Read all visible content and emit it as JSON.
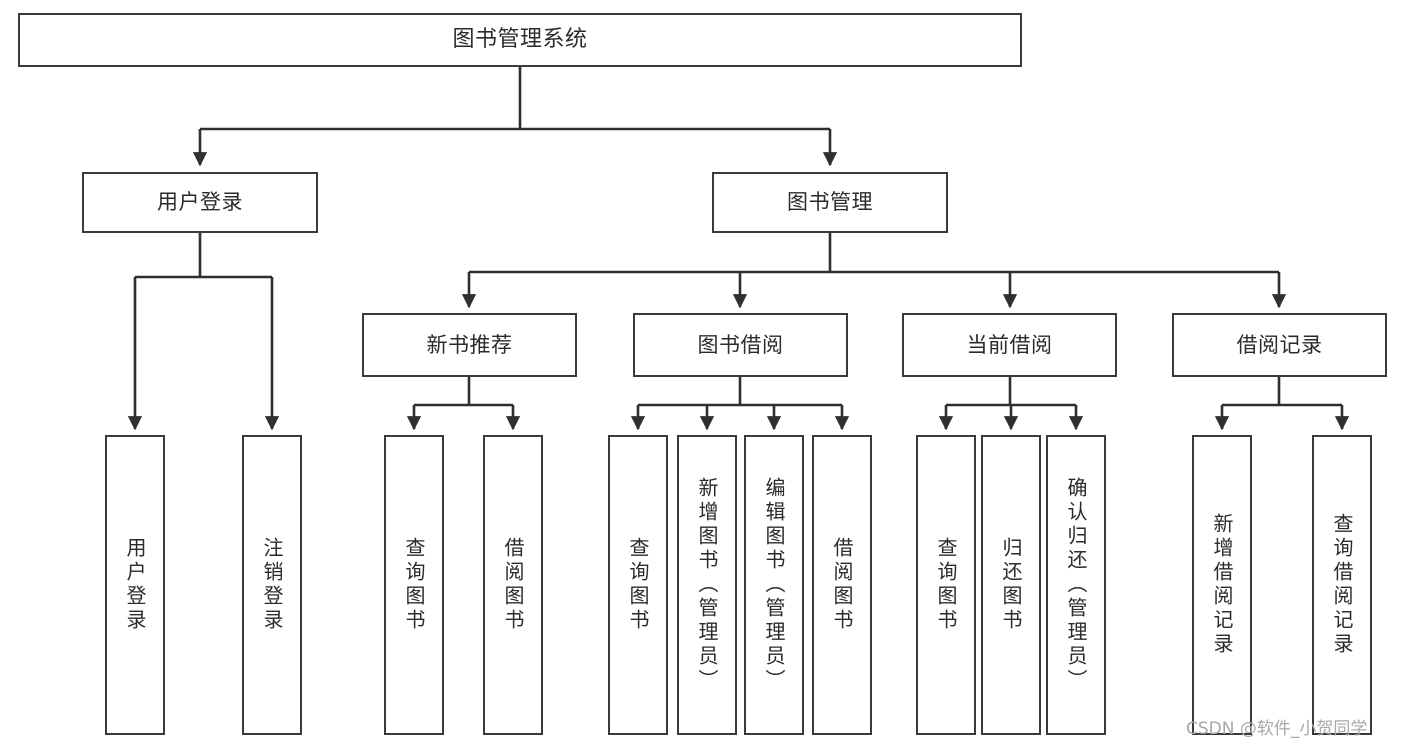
{
  "diagram": {
    "title": "图书管理系统",
    "type": "hierarchy-tree",
    "root": {
      "id": "root",
      "label": "图书管理系统",
      "orientation": "horizontal"
    },
    "level2": [
      {
        "id": "user-login",
        "label": "用户登录",
        "orientation": "horizontal"
      },
      {
        "id": "book-management",
        "label": "图书管理",
        "orientation": "horizontal"
      }
    ],
    "level3": [
      {
        "id": "new-book-recommend",
        "label": "新书推荐",
        "orientation": "horizontal"
      },
      {
        "id": "book-borrow",
        "label": "图书借阅",
        "orientation": "horizontal"
      },
      {
        "id": "current-borrow",
        "label": "当前借阅",
        "orientation": "horizontal"
      },
      {
        "id": "borrow-record",
        "label": "借阅记录",
        "orientation": "horizontal"
      }
    ],
    "leaves": {
      "user_login": [
        {
          "id": "leaf-user-login",
          "label": "用户登录",
          "orientation": "vertical"
        },
        {
          "id": "leaf-logout-login",
          "label": "注销登录",
          "orientation": "vertical"
        }
      ],
      "new_book_recommend": [
        {
          "id": "leaf-query-book-1",
          "label": "查询图书",
          "orientation": "vertical"
        },
        {
          "id": "leaf-borrow-book-1",
          "label": "借阅图书",
          "orientation": "vertical"
        }
      ],
      "book_borrow": [
        {
          "id": "leaf-query-book-2",
          "label": "查询图书",
          "orientation": "vertical"
        },
        {
          "id": "leaf-add-book",
          "label": "新增图书（管理员）",
          "orientation": "vertical"
        },
        {
          "id": "leaf-edit-book",
          "label": "编辑图书（管理员）",
          "orientation": "vertical"
        },
        {
          "id": "leaf-borrow-book-2",
          "label": "借阅图书",
          "orientation": "vertical"
        }
      ],
      "current_borrow": [
        {
          "id": "leaf-query-book-3",
          "label": "查询图书",
          "orientation": "vertical"
        },
        {
          "id": "leaf-return-book",
          "label": "归还图书",
          "orientation": "vertical"
        },
        {
          "id": "leaf-confirm-return",
          "label": "确认归还（管理员）",
          "orientation": "vertical"
        }
      ],
      "borrow_record": [
        {
          "id": "leaf-add-borrow-record",
          "label": "新增借阅记录",
          "orientation": "vertical"
        },
        {
          "id": "leaf-query-borrow-record",
          "label": "查询借阅记录",
          "orientation": "vertical"
        }
      ]
    },
    "colors": {
      "box_border": "#3a3a3a",
      "box_fill": "#ffffff",
      "connector": "#2f2f2f",
      "text": "#2b2b2b",
      "watermark": "#a8a8a8",
      "background": "#ffffff"
    }
  },
  "watermark": {
    "text": "CSDN @软件_小贺同学"
  }
}
